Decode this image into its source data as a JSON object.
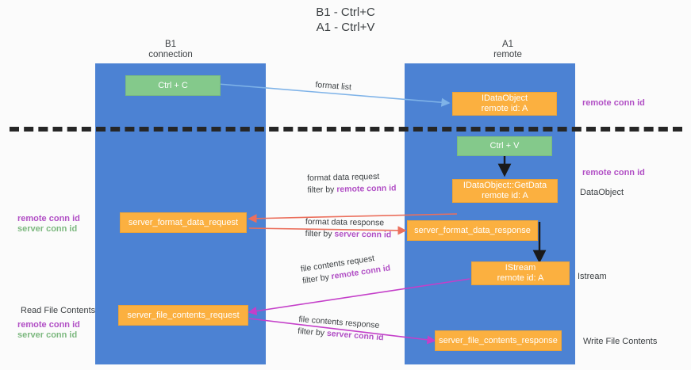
{
  "title": "B1 - Ctrl+C\nA1 - Ctrl+V",
  "columns": [
    {
      "name": "B1",
      "role": "connection",
      "label": "B1\nconnection"
    },
    {
      "name": "A1",
      "role": "remote",
      "label": "A1\nremote"
    }
  ],
  "nodes": {
    "ctrl_c": {
      "line1": "Ctrl + C",
      "line2": "",
      "color": "#84c98b"
    },
    "idataobject": {
      "line1": "IDataObject",
      "line2": "remote id: A",
      "color": "#fbb040"
    },
    "ctrl_v": {
      "line1": "Ctrl + V",
      "line2": "",
      "color": "#84c98b"
    },
    "getdata": {
      "line1": "IDataObject::GetData",
      "line2": "remote id: A",
      "color": "#fbb040"
    },
    "fmt_request": {
      "line1": "server_format_data_request",
      "line2": "",
      "color": "#fbb040"
    },
    "fmt_response": {
      "line1": "server_format_data_response",
      "line2": "",
      "color": "#fbb040"
    },
    "istream": {
      "line1": "IStream",
      "line2": "remote id: A",
      "color": "#fbb040"
    },
    "file_request": {
      "line1": "server_file_contents_request",
      "line2": "",
      "color": "#fbb040"
    },
    "file_response": {
      "line1": "server_file_contents_response",
      "line2": "",
      "color": "#fbb040"
    }
  },
  "edge_labels": {
    "format_list": {
      "line1": "format list",
      "line2": "",
      "line2_em": ""
    },
    "format_data_req": {
      "line1": "format data request",
      "line2": "filter by ",
      "line2_em": "remote conn id"
    },
    "format_data_resp": {
      "line1": "format data response",
      "line2": "filter by ",
      "line2_em": "server conn id"
    },
    "file_contents_req": {
      "line1": "file contents request",
      "line2": "filter by ",
      "line2_em": "remote conn id"
    },
    "file_contents_resp": {
      "line1": "file contents response",
      "line2": "filter by ",
      "line2_em": "server conn id"
    }
  },
  "annotations": {
    "right_remote_conn_top": "remote conn id",
    "right_remote_conn_mid": "remote conn id",
    "right_dataobject": "DataObject",
    "right_istream": "Istream",
    "right_write_file": "Write File Contents",
    "left_remote_conn": "remote conn id",
    "left_server_conn": "server conn id",
    "left_read_file": "Read File Contents",
    "left_remote_conn_2": "remote conn id",
    "left_server_conn_2": "server conn id"
  },
  "colors": {
    "lane": "#4c82d3",
    "orange": "#fbb040",
    "green": "#84c98b",
    "purple": "#b14fc5",
    "green_text": "#7cb87f",
    "background": "#fbfbfb",
    "divider": "#262626",
    "arrow_blue": "#7fb3e8",
    "arrow_red": "#eb6f5c",
    "arrow_magenta": "#c43fc9",
    "arrow_black": "#1a1a1a"
  }
}
